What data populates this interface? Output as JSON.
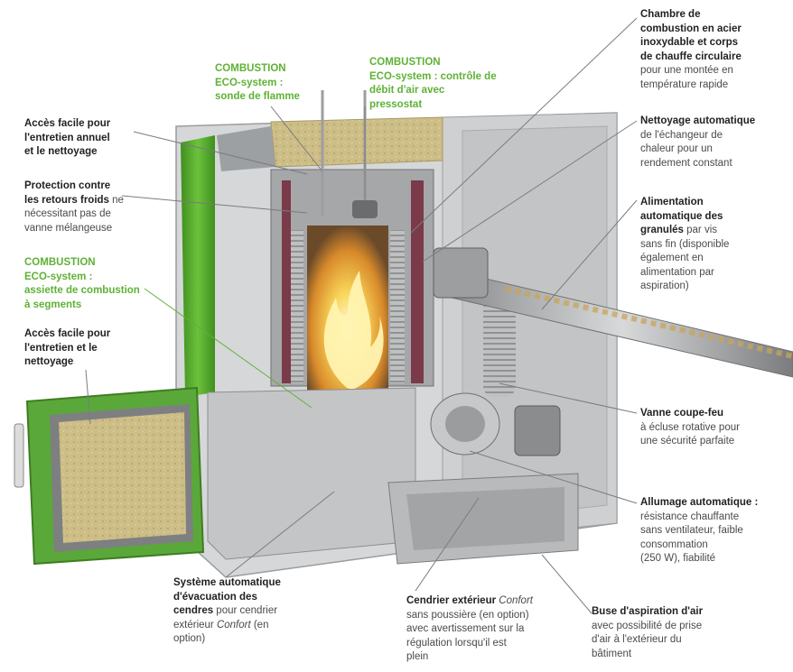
{
  "colors": {
    "brand_green": "#5fb135",
    "text_bold": "#222222",
    "text_normal": "#4a4a4a",
    "casing": "#c9cacb",
    "casing_dark": "#8c8e90",
    "insulation": "#c9bb86",
    "flame": "#f7c948"
  },
  "labels": {
    "comb_flame": {
      "b1": "COMBUSTION",
      "b2": "ECO-system :",
      "b3": "sonde de flamme"
    },
    "comb_air": {
      "b1": "COMBUSTION",
      "b2": "ECO-system : contrôle de",
      "b3": "débit d'air avec",
      "b4": "pressostat"
    },
    "chambre": {
      "b1": "Chambre de",
      "b2": "combustion en acier",
      "b3": "inoxydable et corps",
      "b4": "de chauffe circulaire",
      "t1": "pour une montée en",
      "t2": "température rapide"
    },
    "acces_annuel": {
      "b1": "Accès facile pour",
      "b2": "l'entretien annuel",
      "b3": "et le nettoyage"
    },
    "nettoyage_auto": {
      "b1": "Nettoyage automatique",
      "t1": "de l'échangeur de",
      "t2": "chaleur pour un",
      "t3": "rendement constant"
    },
    "protection": {
      "b1": "Protection contre",
      "b2": "les retours froids",
      "t1": " ne",
      "t2": "nécessitant pas de",
      "t3": "vanne mélangeuse"
    },
    "alimentation": {
      "b1": "Alimentation",
      "b2": "automatique des",
      "b3": "granulés",
      "t1": " par vis",
      "t2": "sans fin (disponible",
      "t3": "également en",
      "t4": "alimentation par",
      "t5": "aspiration)"
    },
    "comb_segments": {
      "b1": "COMBUSTION",
      "b2": "ECO-system :",
      "b3": "assiette de combustion",
      "b4": "à segments"
    },
    "acces_nettoyage": {
      "b1": "Accès facile pour",
      "b2": "l'entretien et le",
      "b3": "nettoyage"
    },
    "vanne": {
      "b1": "Vanne coupe-feu",
      "t1": "à écluse rotative pour",
      "t2": "une sécurité parfaite"
    },
    "allumage": {
      "b1": "Allumage automatique :",
      "t1": "résistance chauffante",
      "t2": "sans ventilateur, faible",
      "t3": "consommation",
      "t4": "(250 W), fiabilité"
    },
    "systeme": {
      "b1": "Système automatique",
      "b2": "d'évacuation des",
      "b3": "cendres",
      "t1": " pour cendrier",
      "t2": "extérieur ",
      "i1": "Confort",
      "t3": " (en",
      "t4": "option)"
    },
    "cendrier": {
      "b1": "Cendrier extérieur ",
      "i1": "Confort",
      "t1": "sans poussière (en option)",
      "t2": "avec avertissement sur la",
      "t3": "régulation lorsqu'il est",
      "t4": "plein"
    },
    "buse": {
      "b1": "Buse d'aspiration d'air",
      "t1": "avec possibilité de prise",
      "t2": "d'air à l'extérieur du",
      "t3": "bâtiment"
    }
  }
}
